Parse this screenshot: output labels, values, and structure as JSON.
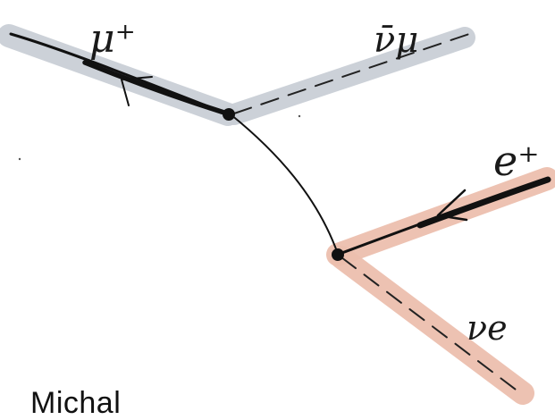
{
  "diagram": {
    "labels": {
      "muon": "μ⁺",
      "muon_antineutrino": "ν̄μ",
      "positron": "e⁺",
      "electron_neutrino": "νe"
    },
    "colors": {
      "muon_band": "#c9cfd6",
      "electron_band": "#ecbfae",
      "ink": "#111111"
    }
  },
  "credit": {
    "text": "Michal"
  }
}
